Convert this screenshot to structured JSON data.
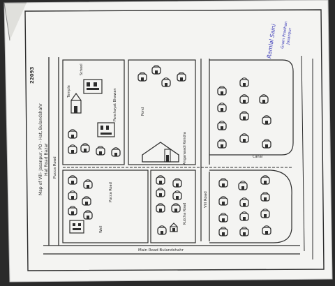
{
  "map": {
    "village_heading": "Map of Vill- Jasanpur, PO - Hat, Bulandshahr",
    "code": "22093",
    "sub_heading": "Hat Road Bazar",
    "school_label": "School",
    "panchayat_label": "Panchayat Bhawan",
    "pond_label": "Pond",
    "temple_label": "Temple",
    "well_label": "Well",
    "pucca_road_left": "Pucca Road",
    "pucca_road_top": "Pucca Road",
    "vill_road": "Vill Road",
    "kutcha_road": "Kutcha Road",
    "main_road_bottom": "Main Road Bulandshahr",
    "canal_label": "Canal",
    "anganwadi_label": "Anganwadi Kendra",
    "signature": "Ramlal Saini",
    "stamp_line1": "Gram Pradhan",
    "stamp_line2": "Jasanpur"
  },
  "colors": {
    "paper": "#f4f4f2",
    "ink": "#2c2c2c",
    "stamp_ink": "#3a3ab8",
    "background": "#2a2a2a"
  }
}
